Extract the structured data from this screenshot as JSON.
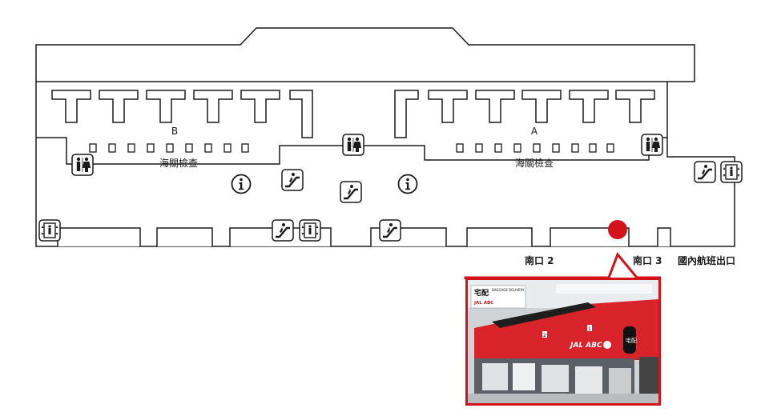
{
  "zones": {
    "zone_b": "B",
    "zone_a": "A",
    "customs_left": "海關檢查",
    "customs_right": "海關檢查"
  },
  "exits": {
    "south_2": "南口 2",
    "south_3": "南口 3",
    "domestic": "國內航班出口"
  },
  "photo": {
    "sign_top": "宅配",
    "sign_top_en": "BAGGAGE DELIVERY",
    "brand": "JAL ABC",
    "hanging_sign": "宅配",
    "counter_numbers": [
      "1",
      "2"
    ]
  },
  "colors": {
    "outline": "#1a1a1a",
    "marker": "#d4121a",
    "photo_wall": "#d8232a"
  },
  "icons": [
    "restroom-icon",
    "information-icon",
    "escalator-icon",
    "elevator-icon",
    "location-marker-icon"
  ]
}
